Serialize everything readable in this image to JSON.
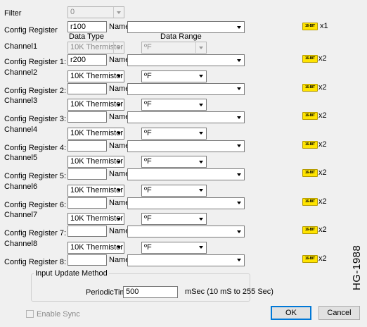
{
  "filter": {
    "label": "Filter",
    "value": "0"
  },
  "header": {
    "config_register_label": "Config Register",
    "data_type_header": "Data Type",
    "data_range_header": "Data Range"
  },
  "name_label": "Name:",
  "badge_text": "16-BIT",
  "top_register": {
    "value": "r100",
    "name": "",
    "multiplier": "x1"
  },
  "channels": [
    {
      "channel_label": "Channel1",
      "data_type": "10K Thermistor",
      "data_range": "ºF",
      "disabled": true,
      "config_label": "Config Register 1:",
      "register_value": "r200",
      "name": "",
      "multiplier": "x2"
    },
    {
      "channel_label": "Channel2",
      "data_type": "10K Thermistor",
      "data_range": "ºF",
      "disabled": false,
      "config_label": "Config Register 2:",
      "register_value": "",
      "name": "",
      "multiplier": "x2"
    },
    {
      "channel_label": "Channel3",
      "data_type": "10K Thermistor",
      "data_range": "ºF",
      "disabled": false,
      "config_label": "Config Register 3:",
      "register_value": "",
      "name": "",
      "multiplier": "x2"
    },
    {
      "channel_label": "Channel4",
      "data_type": "10K Thermistor",
      "data_range": "ºF",
      "disabled": false,
      "config_label": "Config Register 4:",
      "register_value": "",
      "name": "",
      "multiplier": "x2"
    },
    {
      "channel_label": "Channel5",
      "data_type": "10K Thermistor",
      "data_range": "ºF",
      "disabled": false,
      "config_label": "Config Register 5:",
      "register_value": "",
      "name": "",
      "multiplier": "x2"
    },
    {
      "channel_label": "Channel6",
      "data_type": "10K Thermistor",
      "data_range": "ºF",
      "disabled": false,
      "config_label": "Config Register 6:",
      "register_value": "",
      "name": "",
      "multiplier": "x2"
    },
    {
      "channel_label": "Channel7",
      "data_type": "10K Thermistor",
      "data_range": "ºF",
      "disabled": false,
      "config_label": "Config Register 7:",
      "register_value": "",
      "name": "",
      "multiplier": "x2"
    },
    {
      "channel_label": "Channel8",
      "data_type": "10K Thermistor",
      "data_range": "ºF",
      "disabled": false,
      "config_label": "Config Register 8:",
      "register_value": "",
      "name": "",
      "multiplier": "x2"
    }
  ],
  "update_method": {
    "group_label": "Input Update Method",
    "periodic_label": "PeriodicTime:",
    "periodic_value": "500",
    "units_label": "mSec (10 mS to 255 Sec)"
  },
  "enable_sync_label": "Enable Sync",
  "ok_label": "OK",
  "cancel_label": "Cancel",
  "side_label": "HG-1988",
  "colors": {
    "badge": "#ffe400",
    "default_button_border": "#0078d7"
  }
}
